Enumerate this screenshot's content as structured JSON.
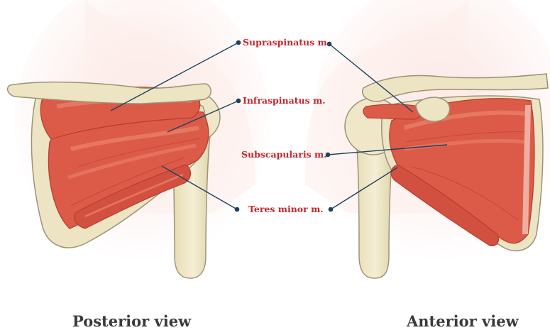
{
  "colors": {
    "label_text": "#c4262e",
    "leader_line": "#1d4260",
    "bone_fill": "#ece4c2",
    "bone_outline": "#9c9378",
    "muscle_fill": "#dc5b48",
    "muscle_light": "#ec8a73",
    "muscle_dark": "#b63e31",
    "skin_glow": "#fbe3df",
    "view_text": "#3a3a3a"
  },
  "labels": {
    "supraspinatus": "Supraspinatus m.",
    "infraspinatus": "Infraspinatus m.",
    "subscapularis": "Subscapularis m.",
    "teres_minor": "Teres minor m."
  },
  "views": {
    "posterior": "Posterior view",
    "anterior": "Anterior view"
  }
}
